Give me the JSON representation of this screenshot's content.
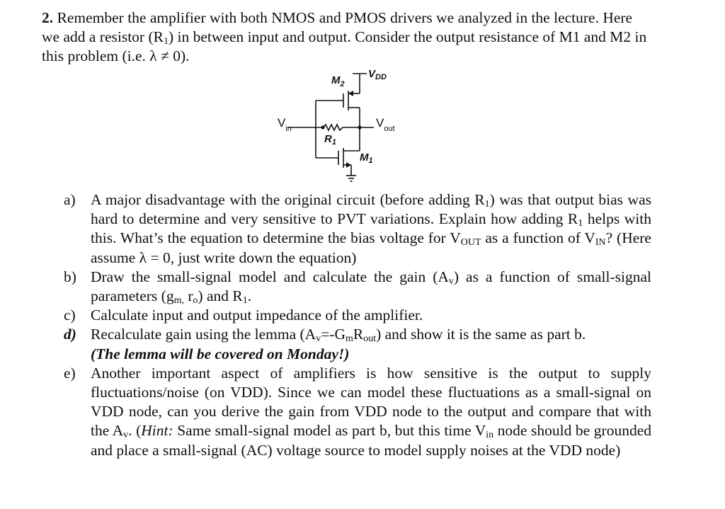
{
  "problem": {
    "number": "2.",
    "text1": "Remember the amplifier with both NMOS and PMOS drivers we analyzed in the lecture. Here we add a resistor (R",
    "text1_sub": "1",
    "text2": ") in between input and output. Consider the output resistance of M1 and M2 in this problem (i.e. λ ≠ 0)."
  },
  "circuit": {
    "vdd_label": "V",
    "vdd_sub": "DD",
    "m2_label": "M",
    "m2_sub": "2",
    "vin_label": "V",
    "vin_sub": "in",
    "vout_label": "V",
    "vout_sub": "out",
    "r1_label": "R",
    "r1_sub": "1",
    "m1_label": "M",
    "m1_sub": "1"
  },
  "parts": {
    "a": {
      "label": "a)",
      "t1": "A major disadvantage with the original circuit (before adding R",
      "s1": "1",
      "t2": ") was that output bias was hard to determine and very sensitive to PVT variations. Explain how adding R",
      "s2": "1",
      "t3": " helps with this. What’s the equation to determine the bias voltage for V",
      "s3": "OUT",
      "t4": " as a function of V",
      "s4": "IN",
      "t5": "? (Here assume λ = 0, just write down the equation)"
    },
    "b": {
      "label": "b)",
      "t1": "Draw the small-signal model and calculate the gain (A",
      "s1": "v",
      "t2": ") as a function of small-signal parameters (g",
      "s2": "m,",
      "t3": " r",
      "s3": "o",
      "t4": ") and R",
      "s4": "1",
      "t5": "."
    },
    "c": {
      "label": "c)",
      "t1": "Calculate input and output impedance of the amplifier."
    },
    "d": {
      "label": "d)",
      "t1": "Recalculate gain using the lemma (A",
      "s1": "v",
      "t2": "=-G",
      "s2": "m",
      "t3": "R",
      "s3": "out",
      "t4": ") and show it is the same as part b.",
      "note": "(The lemma will be covered on Monday!)"
    },
    "e": {
      "label": "e)",
      "t1": "Another important aspect of amplifiers is how sensitive is the output to supply fluctuations/noise (on VDD). Since we can model these fluctuations as a small-signal on VDD node, can you derive the gain from VDD node to the output and compare that with the A",
      "s1": "v",
      "t2": ". (",
      "hint": "Hint:",
      "t3": " Same small-signal model as part b, but this time V",
      "s3": "in",
      "t4": " node should be grounded and place a small-signal (AC) voltage source to model supply noises at the VDD node)"
    }
  }
}
